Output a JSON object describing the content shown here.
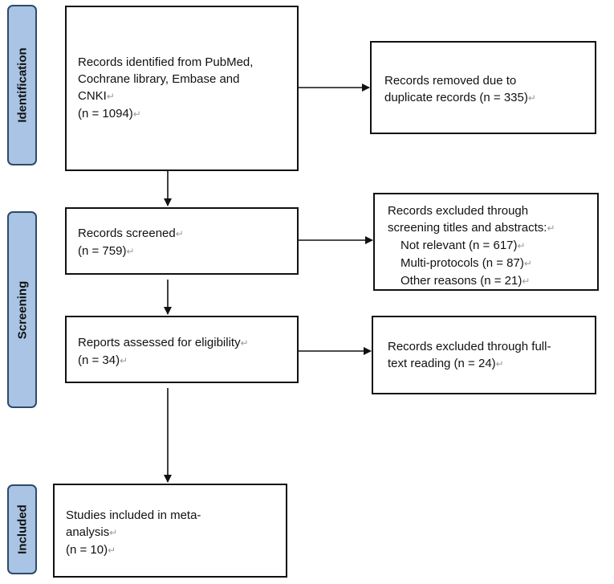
{
  "phases": {
    "identification": "Identification",
    "screening": "Screening",
    "included": "Included"
  },
  "boxes": {
    "identified": [
      "Records identified from  PubMed,",
      "Cochrane library, Embase and",
      "CNKI",
      "(n = 1094)"
    ],
    "duplicates": [
      "Records removed due to",
      "duplicate records (n = 335)"
    ],
    "screened": [
      "Records screened",
      "(n = 759)"
    ],
    "excluded_screening": [
      "Records excluded through",
      "screening titles and abstracts:",
      "Not relevant (n = 617)",
      "Multi-protocols (n = 87)",
      "Other reasons (n = 21)"
    ],
    "eligibility": [
      "Reports assessed for eligibility",
      "(n = 34)"
    ],
    "excluded_fulltext": [
      "Records excluded through full-",
      "text reading (n = 24)"
    ],
    "included": [
      "Studies included in meta-",
      "analysis",
      "(n = 10)"
    ]
  }
}
